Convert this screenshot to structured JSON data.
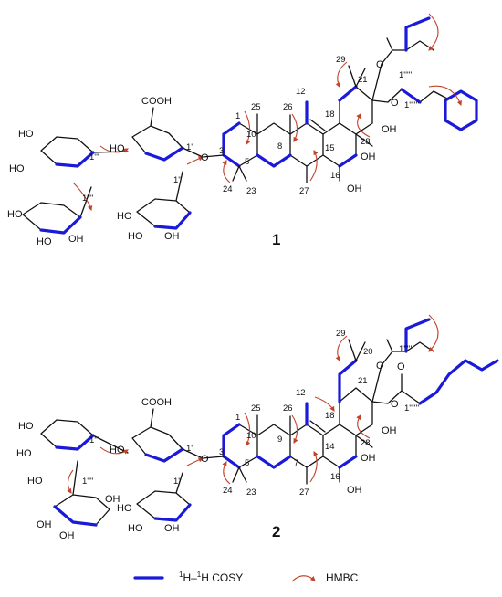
{
  "compounds": [
    {
      "label": "1",
      "atoms": {
        "acid": "COOH",
        "oh": "OH",
        "ho": "HO",
        "o": "O"
      },
      "numbers": [
        "1",
        "3",
        "5",
        "8",
        "10",
        "12",
        "15",
        "16",
        "18",
        "21",
        "23",
        "24",
        "25",
        "26",
        "27",
        "28",
        "29",
        "1'",
        "1''",
        "1'''",
        "1''''",
        "1'''''",
        "1''''''"
      ]
    },
    {
      "label": "2",
      "numbers": [
        "1",
        "3",
        "5",
        "7",
        "9",
        "10",
        "12",
        "14",
        "16",
        "18",
        "20",
        "21",
        "23",
        "24",
        "25",
        "26",
        "27",
        "28",
        "29",
        "1'",
        "1''",
        "1'''",
        "1''''",
        "1'''''",
        "1''''''"
      ]
    }
  ],
  "legend": {
    "cosy_label_sup1": "1",
    "cosy_label_main": "H–",
    "cosy_label_sup2": "1",
    "cosy_label_tail": "H COSY",
    "hmbc_label": "HMBC",
    "cosy_color": "#1a1ad8",
    "hmbc_color": "#c0432a",
    "hmbc_icon": "curved-arrow-icon"
  }
}
